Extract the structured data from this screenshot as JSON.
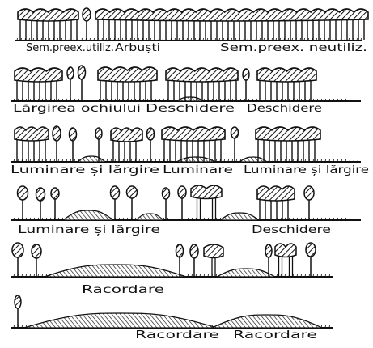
{
  "rows": [
    {
      "labels": [
        "Sem.preex.utiliz.",
        "Arbuști",
        "Sem.preex. neutiliz."
      ]
    },
    {
      "labels": [
        "Lărgirea ochiului",
        "Deschidere",
        "Deschidere"
      ]
    },
    {
      "labels": [
        "Luminare și lărgire",
        "Luminare",
        "Luminare și lărgire"
      ]
    },
    {
      "labels": [
        "Luminare și lărgire",
        "Deschidere"
      ]
    },
    {
      "labels": [
        "Racordare"
      ]
    },
    {
      "labels": [
        "Racordare",
        "Racordare"
      ]
    }
  ],
  "colors": {
    "ink": "#111111",
    "paper": "#ffffff"
  }
}
